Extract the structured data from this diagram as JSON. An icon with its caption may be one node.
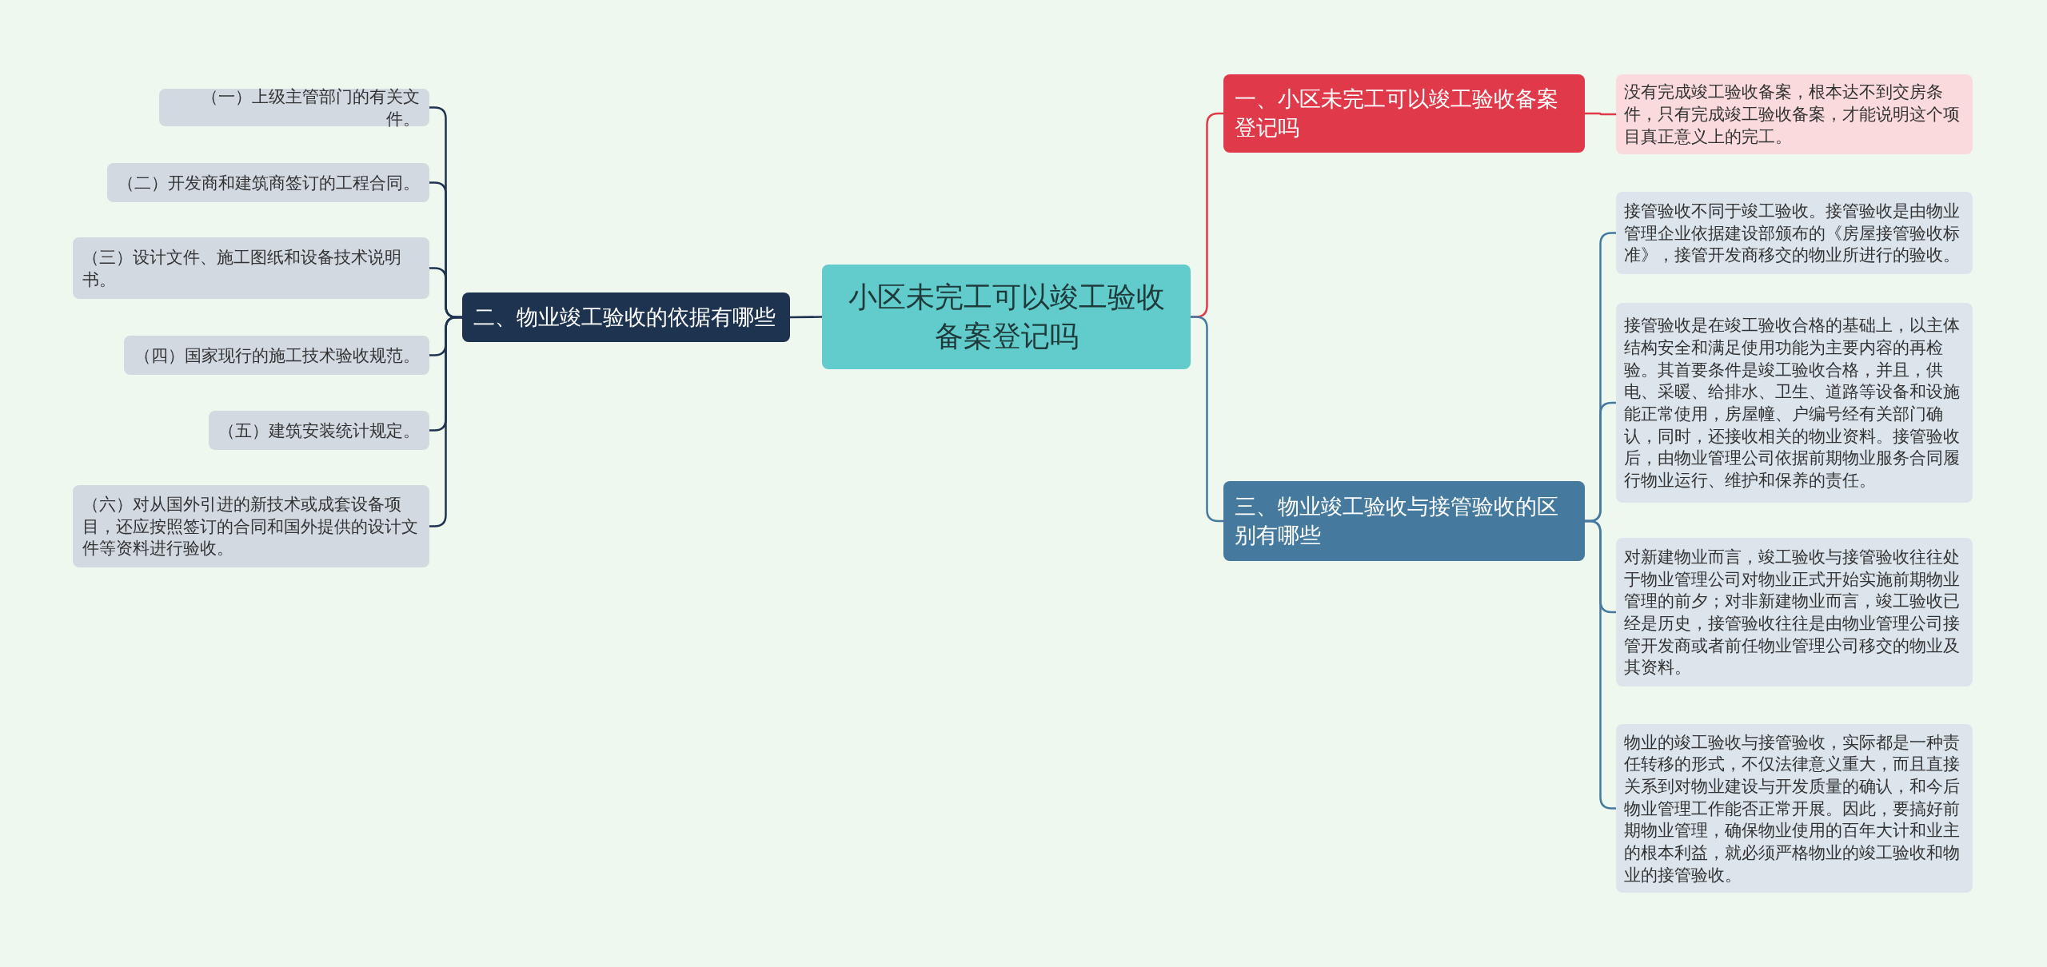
{
  "diagram": {
    "nodes": [
      {
        "text": [
          "小区未完工可以竣工验收备案登记吗"
        ]
      },
      {
        "text": [
          "一、小区未完工可以竣工验收备案登记吗"
        ]
      },
      {
        "text": [
          "没有完成竣工验收备案，根本达不到交房条件，只有完成竣工验收备案，才能说明这个项目真正意义上的完工。"
        ]
      },
      {
        "text": [
          "二、物业竣工验收的依据有哪些"
        ]
      },
      {
        "text": [
          "（一）上级主管部门的有关文件。"
        ]
      },
      {
        "text": [
          "（二）开发商和建筑商签订的工程合同。"
        ]
      },
      {
        "text": [
          "（三）设计文件、施工图纸和设备技术说明书。"
        ]
      },
      {
        "text": [
          "（四）国家现行的施工技术验收规范。"
        ]
      },
      {
        "text": [
          "（五）建筑安装统计规定。"
        ]
      },
      {
        "text": [
          "（六）对从国外引进的新技术或成套设备项目，还应按照签订的合同和国外提供的设计文件等资料进行验收。"
        ]
      },
      {
        "text": [
          "三、物业竣工验收与接管验收的区别有哪些"
        ]
      },
      {
        "text": [
          "接管验收不同于竣工验收。接管验收是由物业管理企业依据建设部颁布的《房屋接管验收标准》，接管开发商移交的物业所进行的验收。"
        ]
      },
      {
        "text": [
          "接管验收是在竣工验收合格的基础上，以主体结构安全和满足使用功能为主要内容的再检验。其首要条件是竣工验收合格，并且，供电、采暖、给排水、卫生、道路等设备和设施能正常使用，房屋幢、户编号经有关部门确认，同时，还接收相关的物业资料。接管验收后，由物业管理公司依据前期物业服务合同履行物业运行、维护和保养的责任。"
        ]
      },
      {
        "text": [
          "对新建物业而言，竣工验收与接管验收往往处于物业管理公司对物业正式开始实施前期物业管理的前夕；对非新建物业而言，竣工验收已经是历史，接管验收往往是由物业管理公司接管开发商或者前任物业管理公司移交的物业及其资料。"
        ]
      },
      {
        "text": [
          "物业的竣工验收与接管验收，实际都是一种责任转移的形式，不仅法律意义重大，而且直接关系到对物业建设与开发质量的确认，和今后物业管理工作能否正常开展。因此，要搞好前期物业管理，确保物业使用的百年大计和业主的根本利益，就必须严格物业的竣工验收和物业的接管验收。"
        ]
      }
    ],
    "edges": [
      {
        "from": 0,
        "to": 1,
        "arrow": "none",
        "color": "#e03a4a"
      },
      {
        "from": 1,
        "to": 2,
        "arrow": "none",
        "color": "#e03a4a"
      },
      {
        "from": 0,
        "to": 3,
        "arrow": "none"
      },
      {
        "from": 3,
        "to": 4,
        "arrow": "none"
      },
      {
        "from": 3,
        "to": 5,
        "arrow": "none"
      },
      {
        "from": 3,
        "to": 6,
        "arrow": "none"
      },
      {
        "from": 3,
        "to": 7,
        "arrow": "none"
      },
      {
        "from": 3,
        "to": 8,
        "arrow": "none"
      },
      {
        "from": 3,
        "to": 9,
        "arrow": "none"
      },
      {
        "from": 0,
        "to": 10,
        "arrow": "none",
        "color": "#457a9e"
      },
      {
        "from": 10,
        "to": 11,
        "arrow": "none",
        "color": "#457a9e"
      },
      {
        "from": 10,
        "to": 12,
        "arrow": "none",
        "color": "#457a9e"
      },
      {
        "from": 10,
        "to": 13,
        "arrow": "none",
        "color": "#457a9e"
      },
      {
        "from": 10,
        "to": 14,
        "arrow": "none",
        "color": "#457a9e"
      }
    ]
  }
}
